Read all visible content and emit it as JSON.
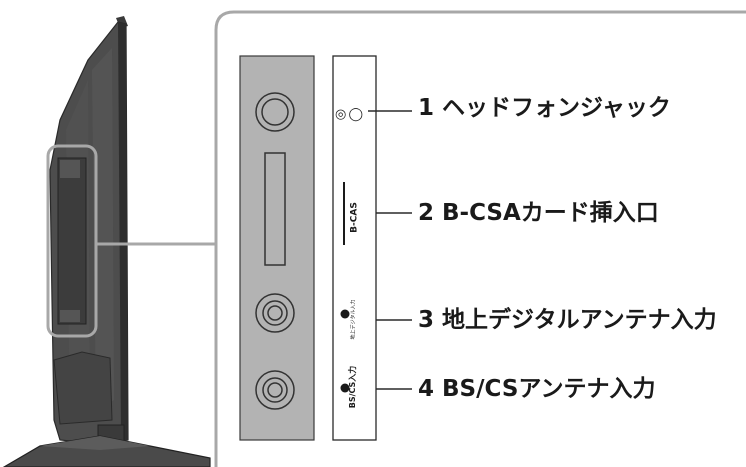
{
  "callouts": [
    {
      "number": "1",
      "label": "ヘッドフォンジャック"
    },
    {
      "number": "2",
      "label": "B-CSAカード挿入口"
    },
    {
      "number": "3",
      "label": "地上デジタルアンテナ入力"
    },
    {
      "number": "4",
      "label": "BS/CSアンテナ入力"
    }
  ],
  "panel_labels": {
    "bcas": "B-CAS",
    "terrestrial": "地上デジタル入力",
    "bscs": "BS/CS入力",
    "headphone_icon": "◎ ◯"
  },
  "colors": {
    "tv_body": "#4a4a4a",
    "panel_gray": "#b3b3b3",
    "highlight_frame": "#a8a8a8",
    "line": "#2a2a2a"
  }
}
